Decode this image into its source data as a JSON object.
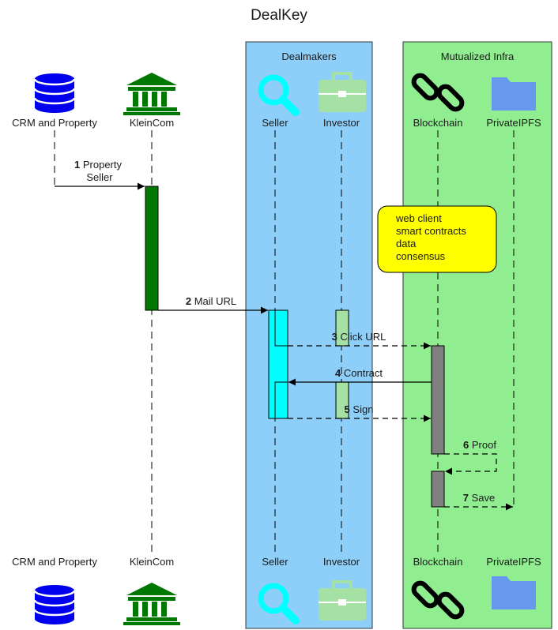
{
  "title": "DealKey",
  "groups": {
    "dealmakers": "Dealmakers",
    "infra": "Mutualized Infra"
  },
  "actors": {
    "crm": "CRM and Property",
    "kleincom": "KleinCom",
    "seller": "Seller",
    "investor": "Investor",
    "blockchain": "Blockchain",
    "ipfs": "PrivateIPFS"
  },
  "icons": {
    "crm": "database-icon",
    "kleincom": "bank-icon",
    "seller": "magnifier-icon",
    "investor": "briefcase-icon",
    "blockchain": "chain-link-icon",
    "ipfs": "folder-icon"
  },
  "note": {
    "lines": [
      "web client",
      "smart contracts",
      "data",
      "consensus"
    ]
  },
  "messages": [
    {
      "num": "1",
      "lines": [
        "Property",
        "Seller"
      ]
    },
    {
      "num": "2",
      "lines": [
        "Mail URL"
      ]
    },
    {
      "num": "3",
      "lines": [
        "Click URL"
      ]
    },
    {
      "num": "4",
      "lines": [
        "Contract"
      ]
    },
    {
      "num": "5",
      "lines": [
        "Sign"
      ]
    },
    {
      "num": "6",
      "lines": [
        "Proof"
      ]
    },
    {
      "num": "7",
      "lines": [
        "Save"
      ]
    }
  ],
  "colors": {
    "dealmakers_bg": "#8dcff9",
    "infra_bg": "#90ee90",
    "database_blue": "#0000ee",
    "bank_green": "#007700",
    "seller_cyan": "#00ffff",
    "investor_green": "#a5e0a5",
    "chain_black": "#000000",
    "folder_blue": "#6699ee",
    "note_yellow": "#ffff00",
    "kleincom_bar": "#007700",
    "seller_bar": "#00ffff",
    "investor_bar": "#a5e0a5",
    "blockchain_bar": "#808080"
  }
}
